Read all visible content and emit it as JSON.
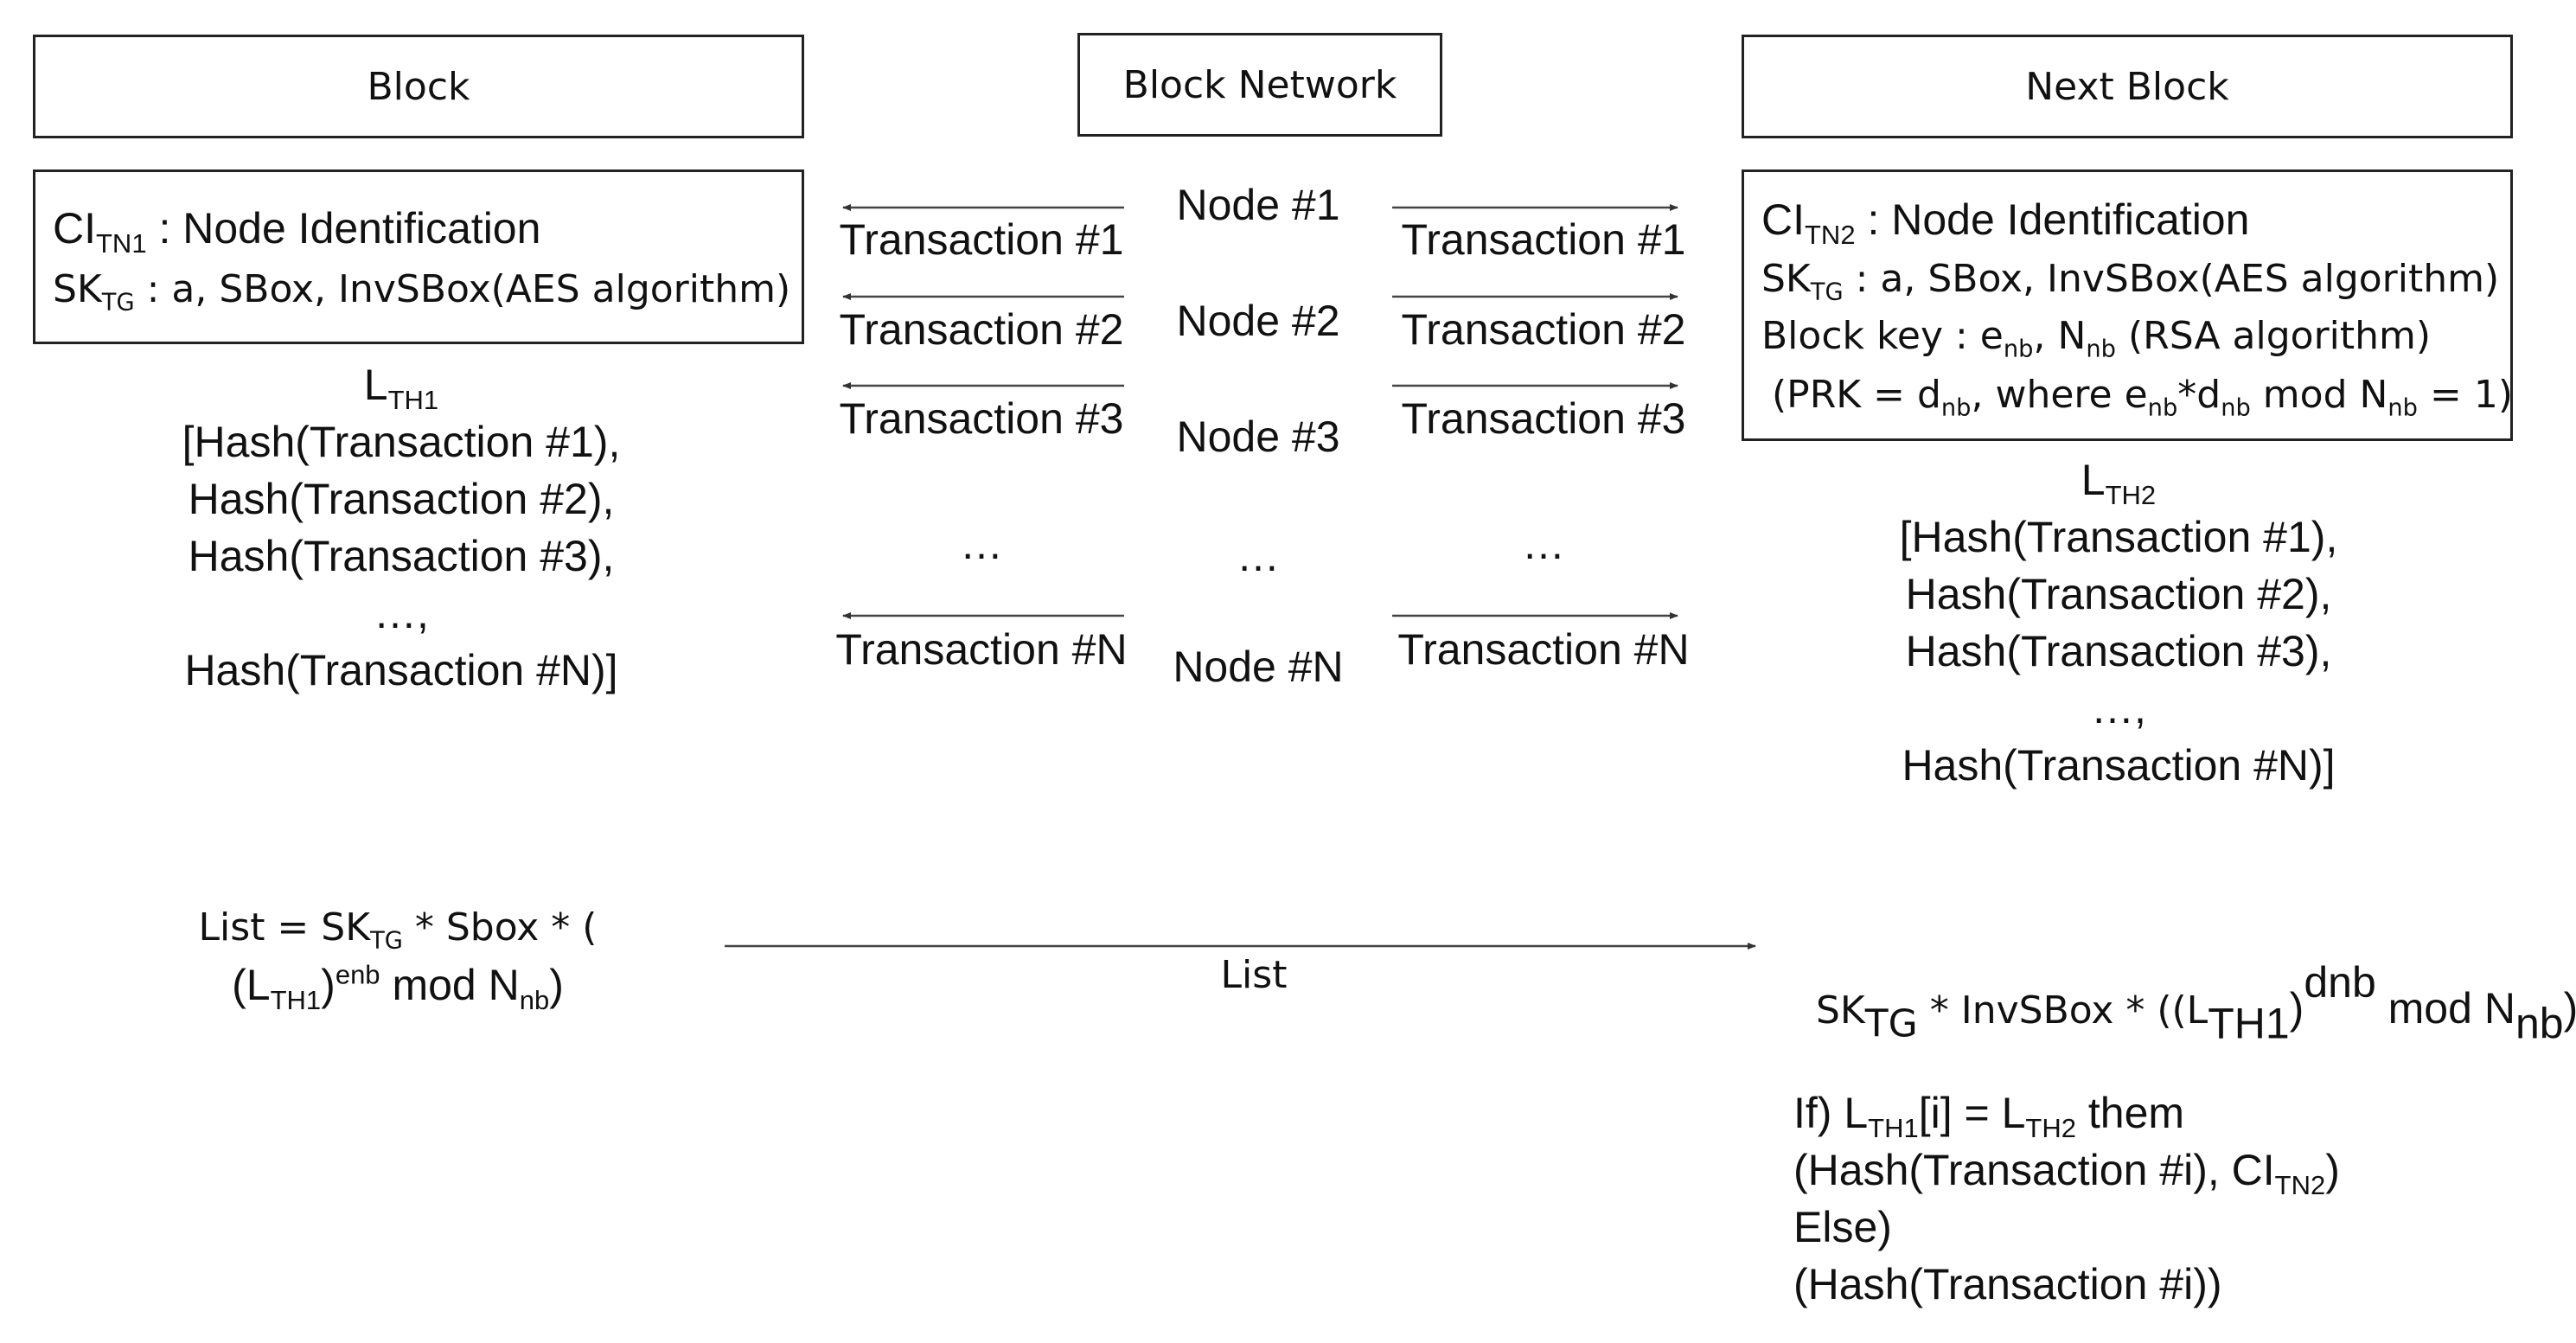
{
  "headers": {
    "block": "Block",
    "network": "Block Network",
    "next_block": "Next Block"
  },
  "left_box": {
    "ci": "CI",
    "ci_sub": "TN1",
    "ci_text": " : Node Identification",
    "sk": "SK",
    "sk_sub": "TG",
    "sk_text": " : a, SBox, InvSBox(AES algorithm)"
  },
  "right_box": {
    "ci": "CI",
    "ci_sub": "TN2",
    "ci_text": " : Node Identification",
    "sk": "SK",
    "sk_sub": "TG",
    "sk_text": " : a, SBox, InvSBox(AES algorithm)",
    "bk_prefix": "Block key : e",
    "bk_sub1": "nb",
    "bk_mid": ", N",
    "bk_sub2": "nb",
    "bk_suffix": " (RSA algorithm)",
    "prk_a": "(PRK = d",
    "prk_sub1": "nb",
    "prk_b": ", where e",
    "prk_sub2": "nb",
    "prk_c": "*d",
    "prk_sub3": "nb",
    "prk_d": " mod N",
    "prk_sub4": "nb",
    "prk_e": " = 1)"
  },
  "left_list": {
    "title": "L",
    "title_sub": "TH1",
    "lines": [
      "[Hash(Transaction #1),",
      "Hash(Transaction #2),",
      "Hash(Transaction #3),",
      "…,",
      "Hash(Transaction #N)]"
    ]
  },
  "right_list": {
    "title": "L",
    "title_sub": "TH2",
    "lines": [
      "[Hash(Transaction #1),",
      "Hash(Transaction #2),",
      "Hash(Transaction #3),",
      "…,",
      "Hash(Transaction #N)]"
    ]
  },
  "transactions_left": [
    "Transaction #1",
    "Transaction #2",
    "Transaction #3",
    "…",
    "Transaction #N"
  ],
  "nodes": [
    "Node #1",
    "Node #2",
    "Node #3",
    "…",
    "Node #N"
  ],
  "transactions_right": [
    "Transaction #1",
    "Transaction #2",
    "Transaction #3",
    "…",
    "Transaction #N"
  ],
  "formula_left": {
    "l1a": "List = SK",
    "l1sub": "TG",
    "l1b": " * Sbox * (",
    "l2a": "(L",
    "l2sub": "TH1",
    "l2b": ")",
    "l2sup": "enb",
    "l2c": " mod N",
    "l2sub2": "nb",
    "l2d": ")"
  },
  "list_arrow_label": "List",
  "formula_right": {
    "a": "SK",
    "sub1": "TG",
    "b": " * InvSBox * ((L",
    "sub2": "TH1",
    "c": ")",
    "sup": "dnb",
    "d": " mod N",
    "sub3": "nb",
    "e": ")"
  },
  "condition": {
    "l1a": "If) L",
    "l1sub1": "TH1",
    "l1b": "[i] = L",
    "l1sub2": "TH2",
    "l1c": " them",
    "l2a": "(Hash(Transaction #i), CI",
    "l2sub": "TN2",
    "l2b": ")",
    "l3": "Else)",
    "l4": "(Hash(Transaction #i))"
  }
}
